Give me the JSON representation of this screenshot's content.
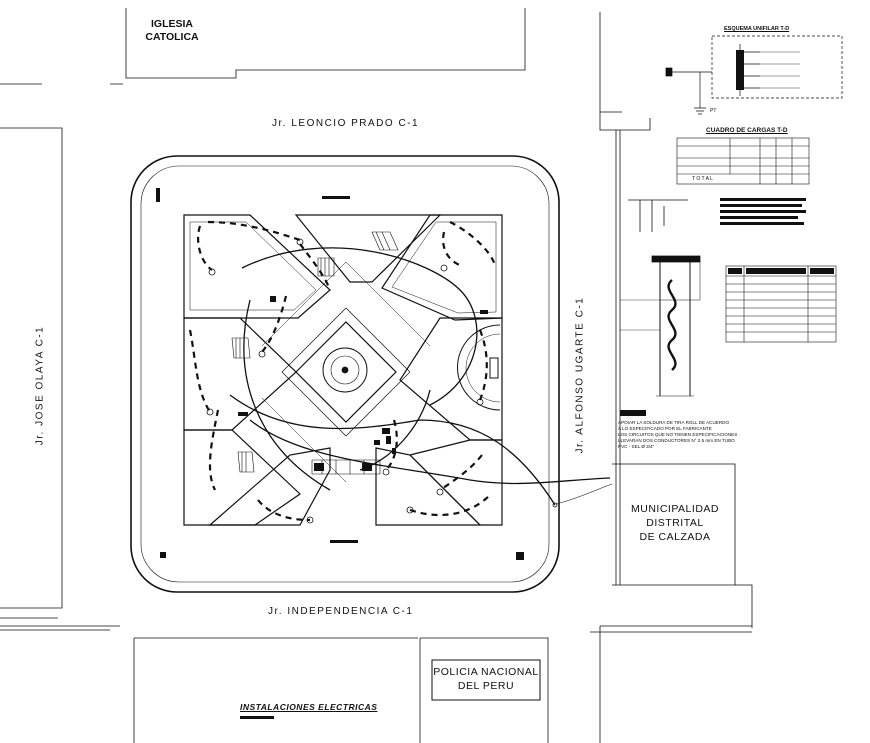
{
  "buildings": {
    "church": [
      "IGLESIA",
      "CATOLICA"
    ],
    "municipality": [
      "MUNICIPALIDAD",
      "DISTRITAL",
      "DE CALZADA"
    ],
    "police": [
      "POLICIA NACIONAL",
      "DEL PERU"
    ]
  },
  "streets": {
    "top": "Jr. LEONCIO PRADO C-1",
    "bottom": "Jr. INDEPENDENCIA C-1",
    "left": "Jr. JOSE OLAYA C-1",
    "right": "Jr. ALFONSO UGARTE C-1"
  },
  "schematic": {
    "title": "ESQUEMA UNIFILAR T-D",
    "pt_label": "PT"
  },
  "load_table": {
    "title": "CUADRO DE CARGAS T-D",
    "total_label": "T O T A L"
  },
  "note": {
    "lines": [
      "APOIAR LA SOLDURA DE TIRA ROLL DE ACUERDO",
      "A LO ESPECIFICADO POR EL FABRICANTE",
      "LOS CIRCUITOS QUE NO TIENEN ESPECIFICACIONES",
      "LLEVARAN DOS CONDUCTORES N° 2.5 mm EN TUBO",
      "PVC - SEL Ø 3/4\""
    ]
  },
  "drawing_title": "INSTALACIONES ELECTRICAS",
  "colors": {
    "ink": "#111111",
    "background": "#ffffff"
  }
}
